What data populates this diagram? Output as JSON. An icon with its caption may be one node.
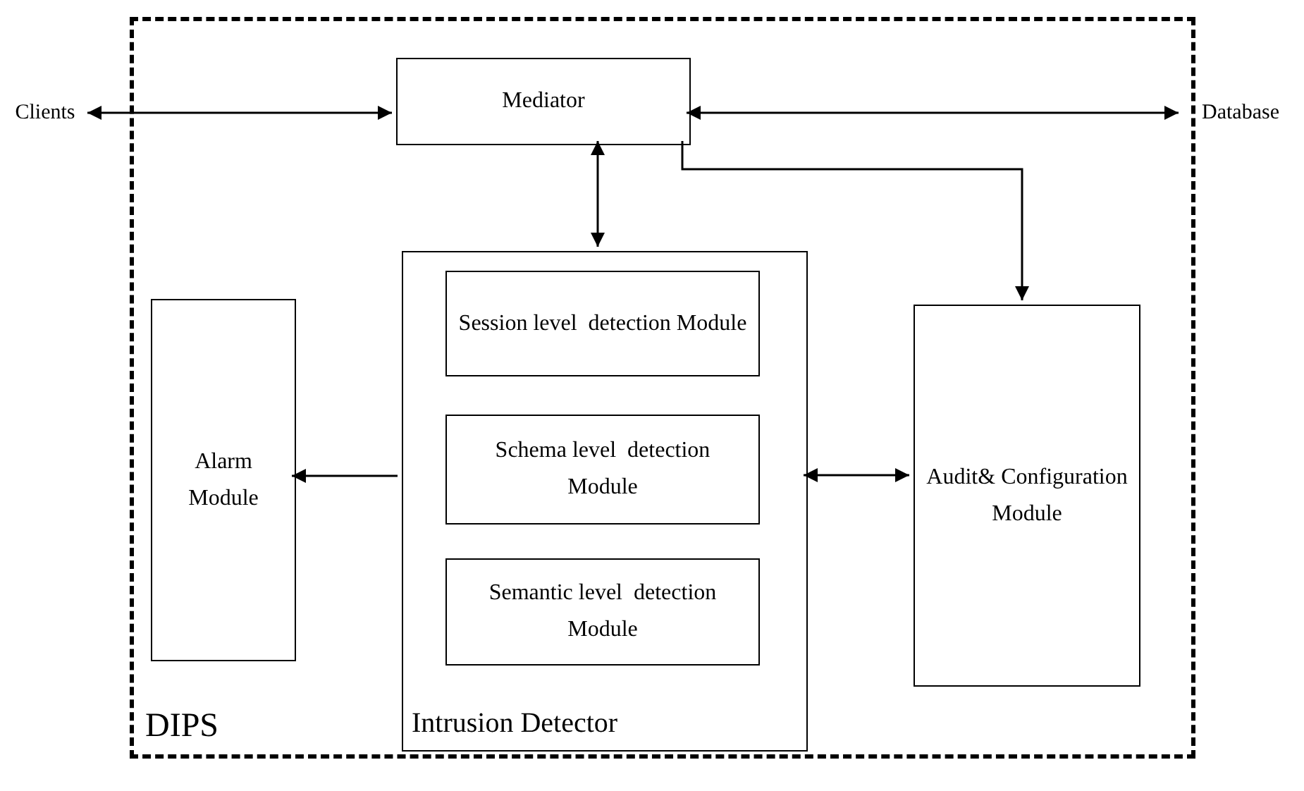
{
  "diagram": {
    "nodes": [
      {
        "text": [
          "DIPS"
        ]
      },
      {
        "text": [
          "Clients"
        ]
      },
      {
        "text": [
          "Mediator"
        ],
        "in": 0
      },
      {
        "text": [
          "Database"
        ]
      },
      {
        "text": [
          "Intrusion Detector"
        ],
        "in": 0
      },
      {
        "text": [
          "Session level  detection Module"
        ],
        "in": 4
      },
      {
        "text": [
          "Schema level  detection Module"
        ],
        "in": 4
      },
      {
        "text": [
          "Semantic level  detection Module"
        ],
        "in": 4
      },
      {
        "text": [
          "Alarm Module"
        ],
        "in": 0
      },
      {
        "text": [
          "Audit& Configuration Module"
        ],
        "in": 0
      }
    ],
    "edges": [
      {
        "from": 1,
        "to": 2,
        "arrow": "both"
      },
      {
        "from": 2,
        "to": 3,
        "arrow": "both"
      },
      {
        "from": 2,
        "to": 4,
        "arrow": "both"
      },
      {
        "from": 2,
        "to": 9,
        "arrow": "to"
      },
      {
        "from": 4,
        "to": 8,
        "arrow": "to"
      },
      {
        "from": 4,
        "to": 9,
        "arrow": "both"
      }
    ]
  }
}
